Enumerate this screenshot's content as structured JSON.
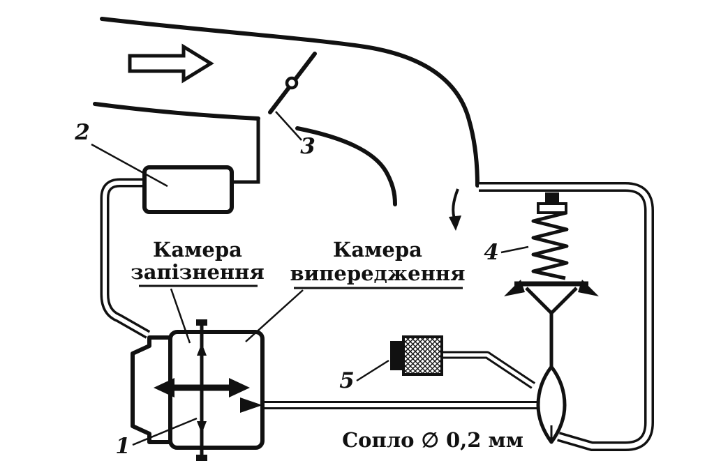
{
  "figure": {
    "part_labels": {
      "p1": "1",
      "p2": "2",
      "p3": "3",
      "p4": "4",
      "p5": "5"
    },
    "annotations": {
      "retard_chamber_line1": "Камера",
      "retard_chamber_line2": "запізнення",
      "advance_chamber_line1": "Камера",
      "advance_chamber_line2": "випередження",
      "nozzle_caption": "Сопло ∅ 0,2 мм"
    },
    "colors": {
      "ink": "#111111",
      "paper": "#ffffff"
    }
  }
}
